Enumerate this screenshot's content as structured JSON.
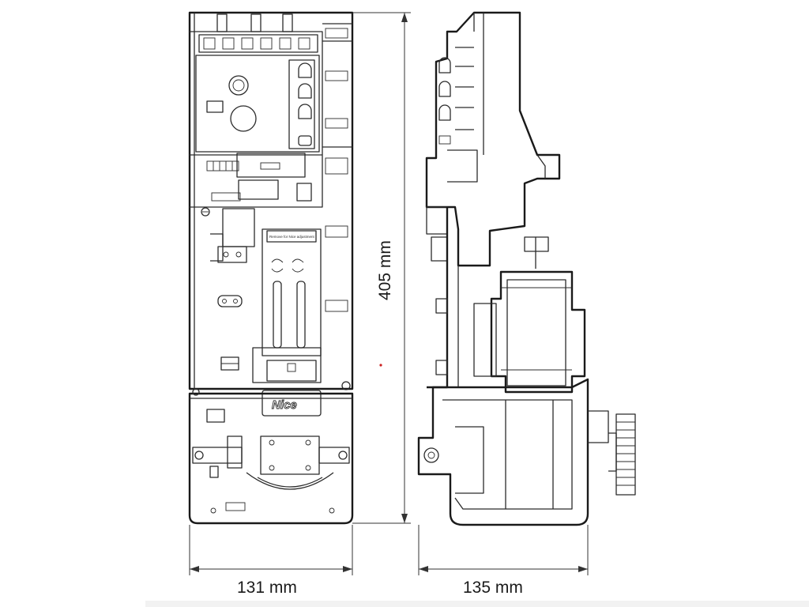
{
  "dimensions": {
    "height": "405 mm",
    "front_width": "131 mm",
    "side_width": "135 mm"
  },
  "brand_logo": "Nice",
  "label_plate_text": "Remove for Nice adjustment",
  "colors": {
    "line": "#2b2b2b",
    "background": "#ffffff",
    "marker": "#cc2222"
  },
  "bottom_bar_color": "#f2f2f2"
}
